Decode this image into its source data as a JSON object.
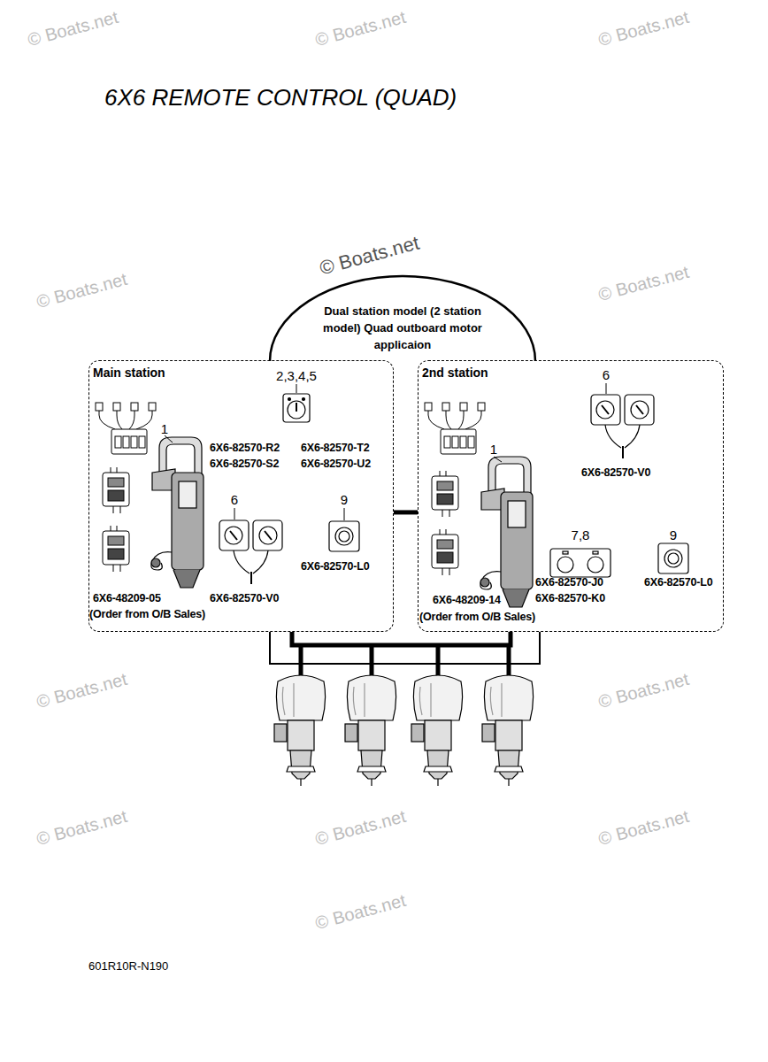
{
  "diagram": {
    "title": "6X6 REMOTE CONTROL (QUAD)",
    "nodes": [
      {
        "text": [
          "Dual station model (2 station model) Quad outboard motor applicaion"
        ]
      },
      {
        "text": [
          "Main station"
        ]
      },
      {
        "text": [
          "2nd station"
        ]
      }
    ],
    "edges": [
      {
        "from": 1,
        "to": 2,
        "arrow": "none"
      }
    ],
    "labels": [
      "1",
      "2,3,4,5",
      "6X6-82570-R2",
      "6X6-82570-T2",
      "6X6-82570-S2",
      "6X6-82570-U2",
      "6",
      "9",
      "6X6-82570-V0",
      "6X6-82570-L0",
      "6X6-48209-05",
      "(Order from O/B Sales)",
      "1",
      "6",
      "6X6-82570-V0",
      "7,8",
      "9",
      "6X6-48209-14",
      "(Order from O/B Sales)",
      "6X6-82570-J0",
      "6X6-82570-K0",
      "6X6-82570-L0",
      "601R10R-N190",
      "© Boats.net",
      "© Boats.net",
      "© Boats.net",
      "© Boats.net",
      "© Boats.net",
      "© Boats.net",
      "© Boats.net",
      "© Boats.net",
      "© Boats.net",
      "© Boats.net",
      "© Boats.net",
      "© Boats.net"
    ]
  }
}
